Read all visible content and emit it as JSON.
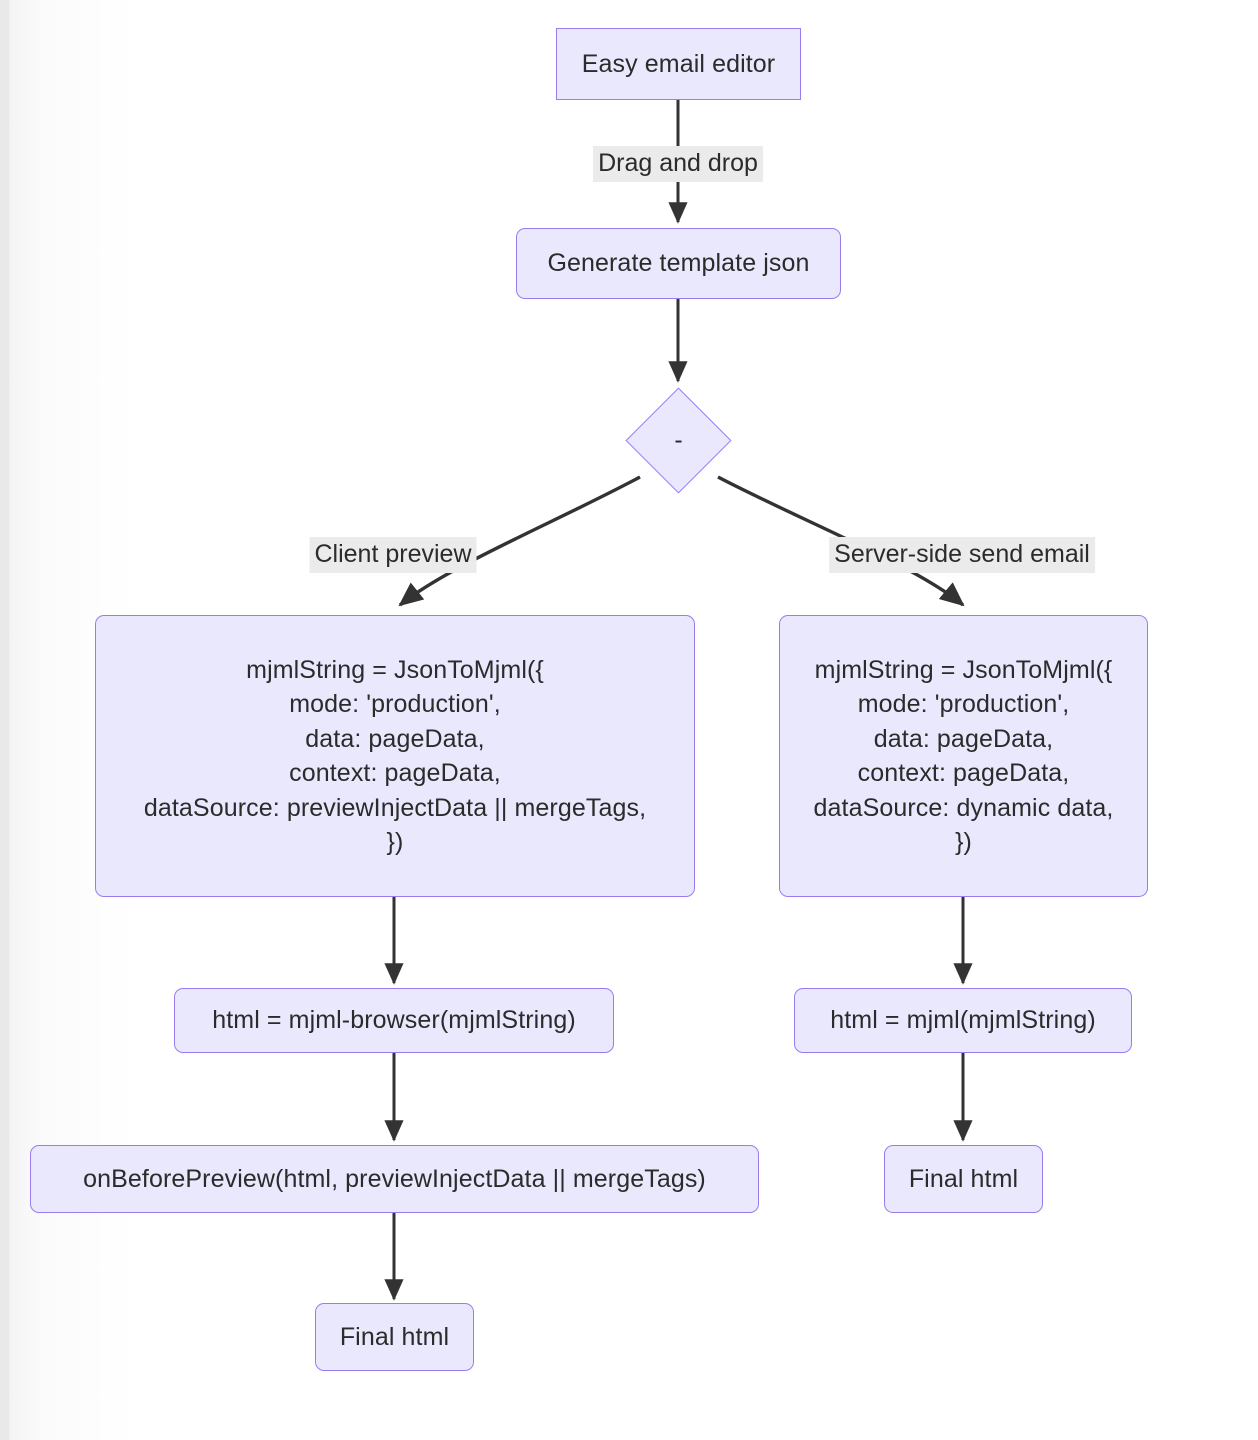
{
  "diagram": {
    "type": "flowchart",
    "direction": "top-down",
    "theme": {
      "node_fill": "#eae8fd",
      "node_stroke": "#9a7cf0",
      "edge_color": "#333333",
      "edge_label_bg": "#ebebeb",
      "text_color": "#2b2b2b",
      "background": "#ffffff"
    },
    "nodes": [
      {
        "id": "editor",
        "label": "Easy email editor",
        "shape": "rect"
      },
      {
        "id": "template",
        "label": "Generate template json",
        "shape": "rounded"
      },
      {
        "id": "decision",
        "label": "-",
        "shape": "diamond"
      },
      {
        "id": "client_code",
        "label": "mjmlString = JsonToMjml({\nmode: 'production',\ndata: pageData,\ncontext: pageData,\ndataSource: previewInjectData || mergeTags,\n})",
        "shape": "rounded"
      },
      {
        "id": "server_code",
        "label": "mjmlString = JsonToMjml({\nmode: 'production',\ndata: pageData,\ncontext: pageData,\ndataSource: dynamic data,\n})",
        "shape": "rounded"
      },
      {
        "id": "client_html",
        "label": "html = mjml-browser(mjmlString)",
        "shape": "rounded"
      },
      {
        "id": "server_html",
        "label": "html = mjml(mjmlString)",
        "shape": "rounded"
      },
      {
        "id": "before_preview",
        "label": "onBeforePreview(html, previewInjectData || mergeTags)",
        "shape": "rounded"
      },
      {
        "id": "final_left",
        "label": "Final html",
        "shape": "rounded"
      },
      {
        "id": "final_right",
        "label": "Final html",
        "shape": "rounded"
      }
    ],
    "edges": [
      {
        "from": "editor",
        "to": "template",
        "label": "Drag and drop"
      },
      {
        "from": "template",
        "to": "decision",
        "label": ""
      },
      {
        "from": "decision",
        "to": "client_code",
        "label": "Client preview"
      },
      {
        "from": "decision",
        "to": "server_code",
        "label": "Server-side send email"
      },
      {
        "from": "client_code",
        "to": "client_html",
        "label": ""
      },
      {
        "from": "server_code",
        "to": "server_html",
        "label": ""
      },
      {
        "from": "client_html",
        "to": "before_preview",
        "label": ""
      },
      {
        "from": "server_html",
        "to": "final_right",
        "label": ""
      },
      {
        "from": "before_preview",
        "to": "final_left",
        "label": ""
      }
    ],
    "edge_labels": {
      "drag_and_drop": "Drag and drop",
      "client_preview": "Client preview",
      "server_side_send_email": "Server-side send email"
    }
  }
}
